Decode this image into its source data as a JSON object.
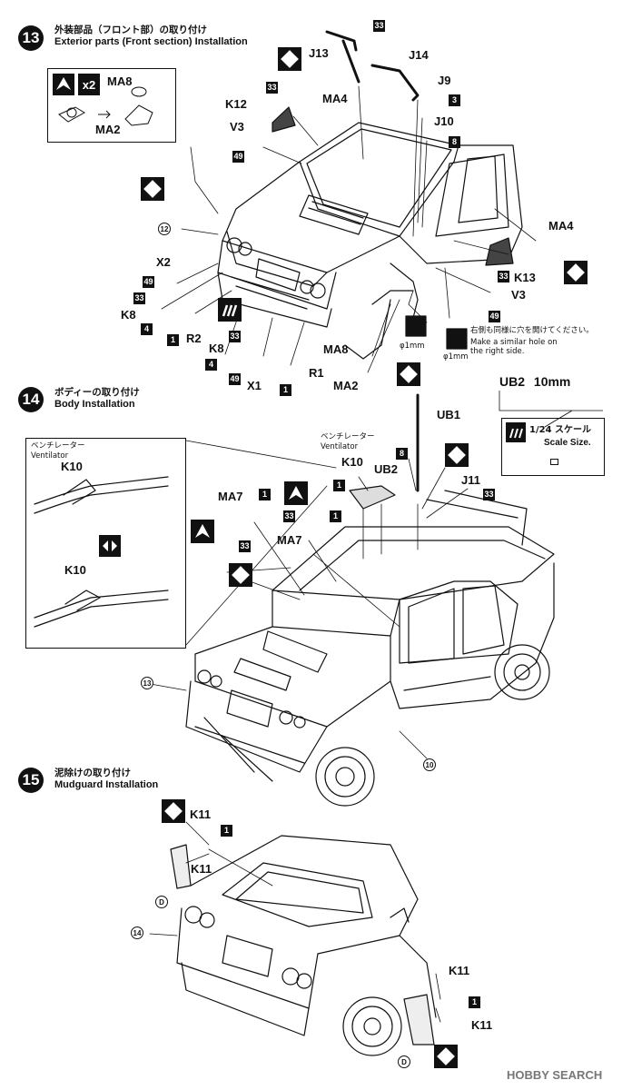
{
  "steps": [
    {
      "number": "13",
      "title_ja": "外装部品（フロント部）の取り付け",
      "title_en": "Exterior parts (Front section) Installation"
    },
    {
      "number": "14",
      "title_ja": "ボディーの取り付け",
      "title_en": "Body Installation"
    },
    {
      "number": "15",
      "title_ja": "泥除けの取り付け",
      "title_en": "Mudguard Installation"
    }
  ],
  "step13": {
    "inset": {
      "multiplier": "x2",
      "part_a": "MA8",
      "part_b": "MA2"
    },
    "labels": {
      "j13": "J13",
      "j14": "J14",
      "j9": "J9",
      "j10": "J10",
      "ma4_top": "MA4",
      "k12": "K12",
      "v3_left": "V3",
      "ma4_right": "MA4",
      "k13": "K13",
      "v3_right": "V3",
      "x2": "X2",
      "k8_left": "K8",
      "r2": "R2",
      "k8_mid": "K8",
      "ma8": "MA8",
      "x1": "X1",
      "r1": "R1",
      "ma2": "MA2"
    },
    "paint_codes": {
      "c33_top": "33",
      "c3": "3",
      "c8": "8",
      "c33_k12": "33",
      "c49_v3": "49",
      "c33_k13": "33",
      "c49_v3r": "49",
      "c49_x2": "49",
      "c33_k8": "33",
      "c4_k8": "4",
      "c1_r2": "1",
      "c33_k8b": "33",
      "c4_k8b": "4",
      "c49_x1": "49",
      "c1_r1": "1"
    },
    "assembly_ref": "12",
    "hole_note_ja": "右側も同様に穴を開けてください。",
    "hole_note_en": "Make a similar hole on the right side.",
    "hole_dim_left": "φ1mm",
    "hole_dim_right": "φ1mm"
  },
  "ub2_box": {
    "title": "UB2",
    "length": "10mm",
    "scale_ja": "1/24 スケール",
    "scale_en": "Scale Size."
  },
  "step14": {
    "inset_top_ja": "ベンチレーター",
    "inset_top_en": "Ventilator",
    "inset_k10_top": "K10",
    "inset_k10_bottom": "K10",
    "vent_ja": "ベンチレーター",
    "vent_en": "Ventilator",
    "labels": {
      "ub1": "UB1",
      "k10": "K10",
      "ub2": "UB2",
      "j11": "J11",
      "ma7_top": "MA7",
      "ma7_mid": "MA7"
    },
    "paint_codes": {
      "c8_ub2": "8",
      "c1_k10": "1",
      "c33_j11": "33",
      "c1_ma7": "1",
      "c33_ma7": "33",
      "c33_mid": "33",
      "c1_mid": "1"
    },
    "assembly_refs": {
      "front": "13",
      "side": "10"
    }
  },
  "step15": {
    "labels": {
      "k11_tl": "K11",
      "k11_bl": "K11",
      "k11_tr": "K11",
      "k11_br": "K11"
    },
    "paint_codes": {
      "c1_left": "1",
      "c1_right": "1"
    },
    "circle_codes": {
      "d_left": "D",
      "d_right": "D"
    },
    "assembly_ref": "14"
  },
  "watermark": "HOBBY SEARCH"
}
